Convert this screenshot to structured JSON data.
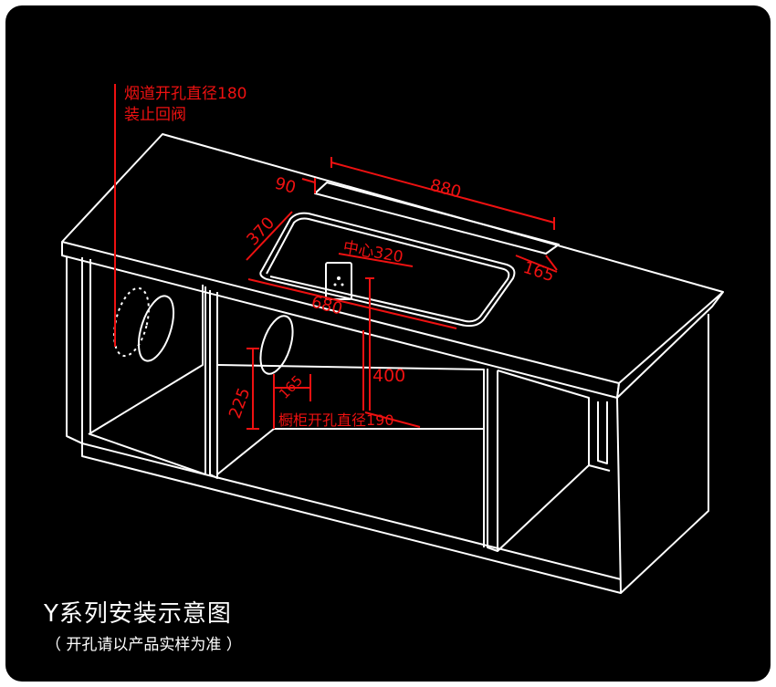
{
  "title": "Y系列安装示意图",
  "subtitle": "（ 开孔请以产品实样为准 ）",
  "annotations": {
    "flue_note_line1": "烟道开孔直径180",
    "flue_note_line2": "装止回阀",
    "dim_90": "90",
    "dim_880": "880",
    "dim_370": "370",
    "dim_center": "中心320",
    "dim_165_right": "165",
    "dim_680": "680",
    "dim_400": "400",
    "dim_225": "225",
    "dim_165_bottom": "165",
    "cabinet_note": "橱柜开孔直径190"
  },
  "colors": {
    "background": "#000000",
    "line": "#ffffff",
    "dimension": "#ee1111"
  }
}
